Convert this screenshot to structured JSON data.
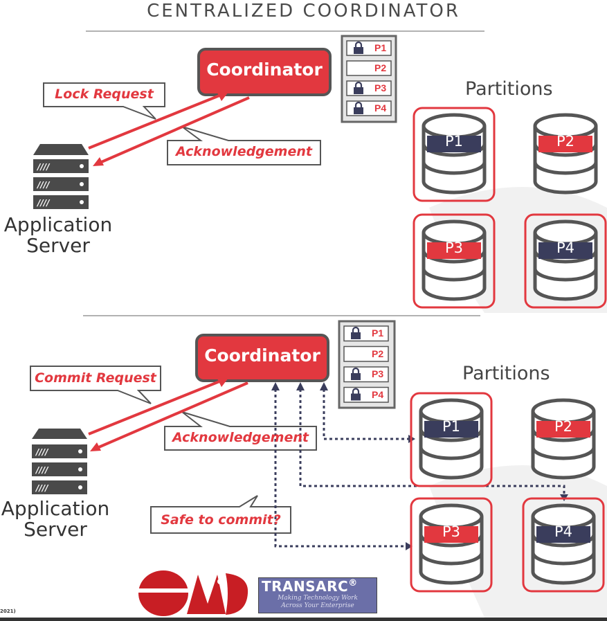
{
  "title": "CENTRALIZED COORDINATOR",
  "top": {
    "coordinator": "Coordinator",
    "request_label": "Lock Request",
    "ack_label": "Acknowledgement",
    "partitions_title": "Partitions",
    "app_server_line1": "Application",
    "app_server_line2": "Server",
    "lock_table": [
      {
        "label": "P1",
        "locked": true
      },
      {
        "label": "P2",
        "locked": false
      },
      {
        "label": "P3",
        "locked": true
      },
      {
        "label": "P4",
        "locked": true
      }
    ],
    "partitions": [
      {
        "label": "P1",
        "highlight": "navy",
        "boxed": true
      },
      {
        "label": "P2",
        "highlight": "red",
        "boxed": false
      },
      {
        "label": "P3",
        "highlight": "red",
        "boxed": true
      },
      {
        "label": "P4",
        "highlight": "navy",
        "boxed": true
      }
    ]
  },
  "bottom": {
    "coordinator": "Coordinator",
    "request_label": "Commit Request",
    "ack_label": "Acknowledgement",
    "safe_label": "Safe to commit?",
    "partitions_title": "Partitions",
    "app_server_line1": "Application",
    "app_server_line2": "Server",
    "lock_table": [
      {
        "label": "P1",
        "locked": true
      },
      {
        "label": "P2",
        "locked": false
      },
      {
        "label": "P3",
        "locked": true
      },
      {
        "label": "P4",
        "locked": true
      }
    ],
    "partitions": [
      {
        "label": "P1",
        "highlight": "navy",
        "boxed": true
      },
      {
        "label": "P2",
        "highlight": "red",
        "boxed": false
      },
      {
        "label": "P3",
        "highlight": "red",
        "boxed": true
      },
      {
        "label": "P4",
        "highlight": "navy",
        "boxed": true
      }
    ]
  },
  "logos": {
    "transarc_name": "TRANSARC",
    "transarc_mark": "®",
    "transarc_tagline_1": "Making Technology Work",
    "transarc_tagline_2": "Across Your Enterprise",
    "corner_note": "2021)"
  },
  "colors": {
    "accent_red": "#e2383f",
    "navy": "#3a3d5c",
    "gray": "#555555"
  }
}
